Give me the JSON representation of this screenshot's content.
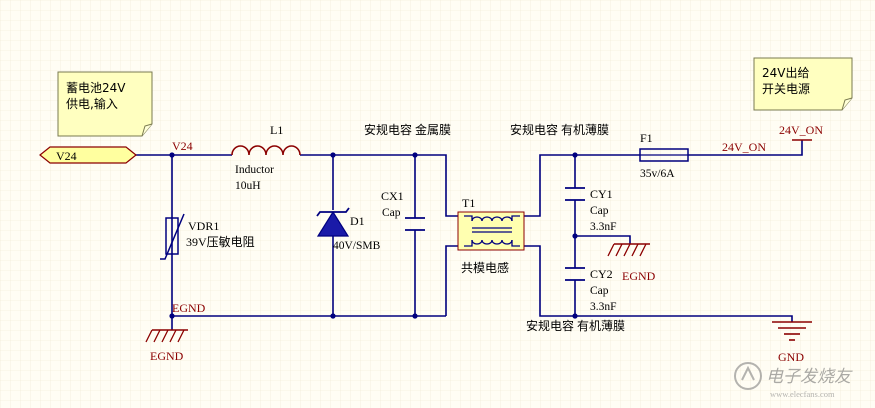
{
  "notes": {
    "battery": [
      "蓄电池24V",
      "供电,输入"
    ],
    "switch_supply": [
      "24V出给",
      "开关电源"
    ]
  },
  "ports": {
    "v24_port": "V24"
  },
  "nets": {
    "v24": "V24",
    "egnd_net": "EGND",
    "out_24v_on": "24V_ON",
    "out_24v_on_top": "24V_ON"
  },
  "components": {
    "l1": {
      "ref": "L1",
      "type": "Inductor",
      "value": "10uH"
    },
    "d1": {
      "ref": "D1",
      "value": "40V/SMB"
    },
    "vdr1": {
      "ref": "VDR1",
      "value": "39V压敏电阻"
    },
    "cx1": {
      "ref": "CX1",
      "value": "Cap",
      "note": "安规电容 金属膜"
    },
    "t1": {
      "ref": "T1",
      "value": "共模电感"
    },
    "cy1": {
      "ref": "CY1",
      "value": "Cap",
      "extra": "3.3nF",
      "note": "安规电容 有机薄膜"
    },
    "cy2": {
      "ref": "CY2",
      "value": "Cap",
      "extra": "3.3nF",
      "note": "安规电容 有机薄膜"
    },
    "f1": {
      "ref": "F1",
      "value": "35v/6A"
    }
  },
  "grounds": {
    "egnd_left": "EGND",
    "egnd_mid": "EGND",
    "gnd_right": "GND"
  },
  "watermark": "电子发烧友",
  "watermark_url": "www.elecfans.com",
  "colors": {
    "wire": "#00007f",
    "power_net": "#8b0000",
    "note_bg": "#ffffc0",
    "port_fill": "#ffff9f",
    "grid": "#efe8d0"
  }
}
